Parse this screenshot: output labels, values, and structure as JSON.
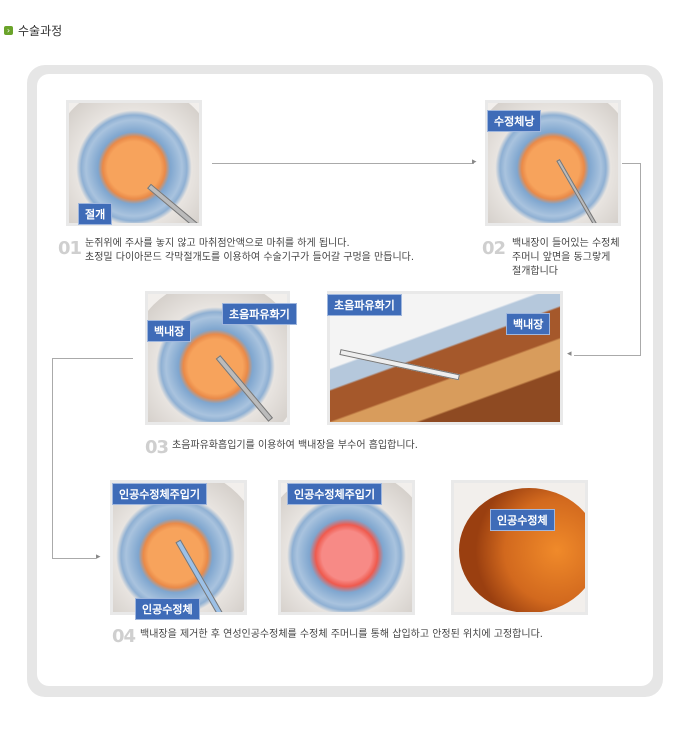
{
  "title": "수술과정",
  "steps": [
    {
      "num": "01",
      "lines": [
        "눈쥐위에 주사를 놓지 않고 마취점안액으로 마취를 하게 됩니다.",
        "초정밀 다이아몬드 각막절개도를 이용하여 수술기구가 들어갈 구멍을 만듭니다."
      ],
      "labels": [
        "절개"
      ]
    },
    {
      "num": "02",
      "lines": [
        "백내장이 들어있는 수정체",
        "주머니 앞면을 동그랗게",
        "절개합니다"
      ],
      "labels": [
        "수정체낭"
      ]
    },
    {
      "num": "03",
      "lines": [
        "초음파유화흡입기를 이용하여 백내장을 부수어 흡입합니다."
      ],
      "labels": [
        "백내장",
        "초음파유화기",
        "초음파유화기",
        "백내장"
      ]
    },
    {
      "num": "04",
      "lines": [
        "백내장을 제거한 후 연성인공수정체를 수정체 주머니를 통해 삽입하고 안정된 위치에 고정합니다."
      ],
      "labels": [
        "인공수정체주입기",
        "인공수정체",
        "인공수정체주입기",
        "인공수정체"
      ]
    }
  ]
}
